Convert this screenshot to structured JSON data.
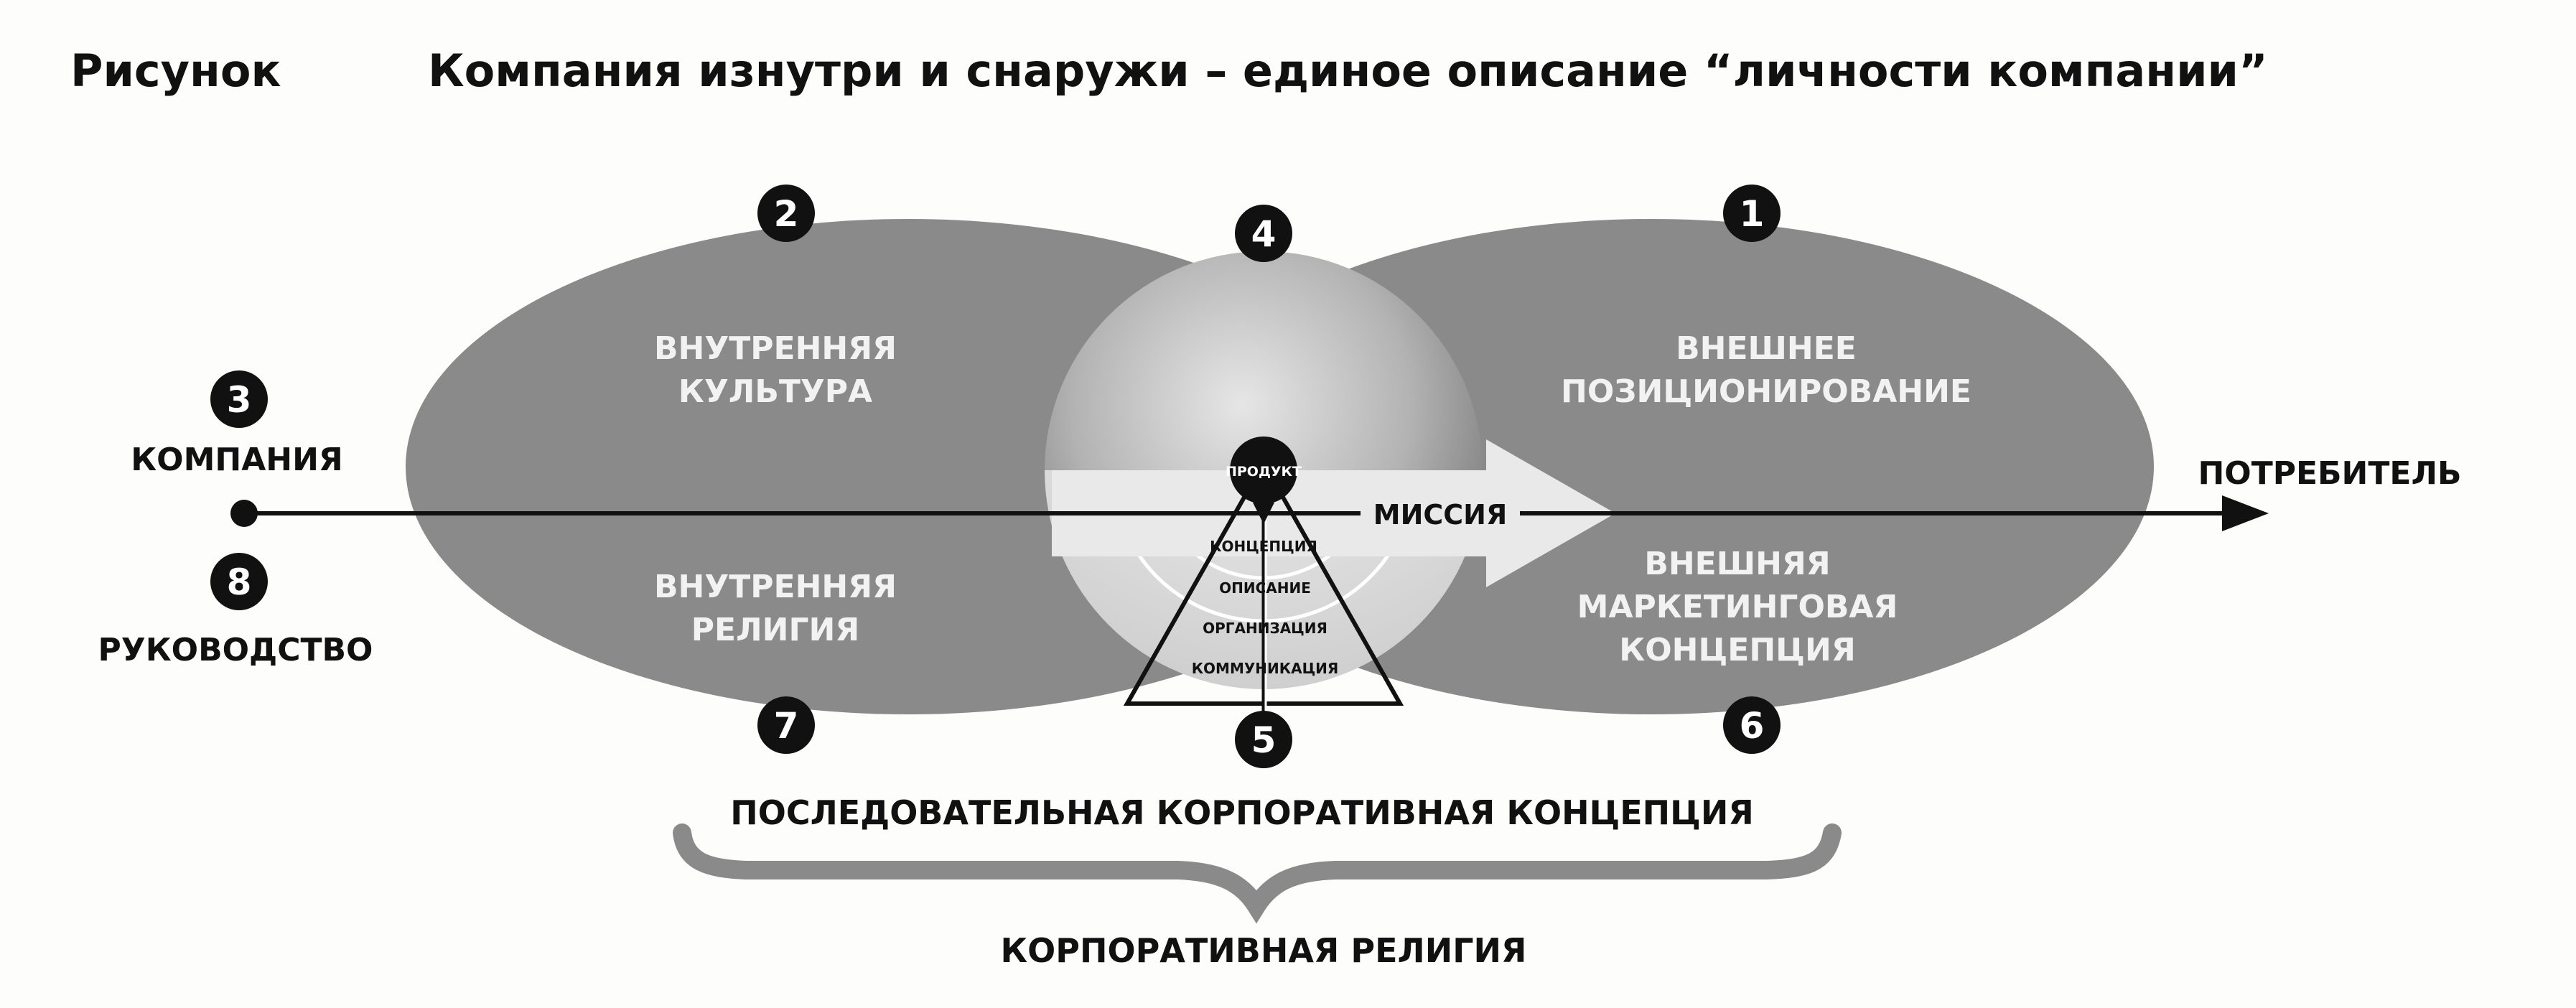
{
  "header": {
    "figure_label": "Рисунок",
    "title": "Компания изнутри и снаружи – единое описание “личности компании”"
  },
  "markers": [
    "1",
    "2",
    "3",
    "4",
    "5",
    "6",
    "7",
    "8"
  ],
  "labels": {
    "inner_culture": [
      "ВНУТРЕННЯЯ",
      "КУЛЬТУРА"
    ],
    "external_positioning": [
      "ВНЕШНЕЕ",
      "ПОЗИЦИОНИРОВАНИЕ"
    ],
    "inner_religion": [
      "ВНУТРЕННЯЯ",
      "РЕЛИГИЯ"
    ],
    "external_marketing": [
      "ВНЕШНЯЯ",
      "МАРКЕТИНГОВАЯ",
      "КОНЦЕПЦИЯ"
    ],
    "company": "КОМПАНИЯ",
    "management": "РУКОВОДСТВО",
    "consumer": "ПОТРЕБИТЕЛЬ",
    "mission": "МИССИЯ",
    "product": "ПРОДУКТ",
    "pyramid": [
      "КОНЦЕПЦИЯ",
      "ОПИСАНИЕ",
      "ОРГАНИЗАЦИЯ",
      "КОММУНИКАЦИЯ"
    ],
    "consistent_concept": "ПОСЛЕДОВАТЕЛЬНАЯ КОРПОРАТИВНАЯ КОНЦЕПЦИЯ",
    "corporate_religion": "КОРПОРАТИВНАЯ РЕЛИГИЯ"
  },
  "colors": {
    "ellipse": "#8a8a8a",
    "ink": "#111111",
    "light_text": "#f2f2f2",
    "sphere_light": "#d9d9d9",
    "sphere_dark": "#707070",
    "arrow": "#e9e9e9"
  }
}
